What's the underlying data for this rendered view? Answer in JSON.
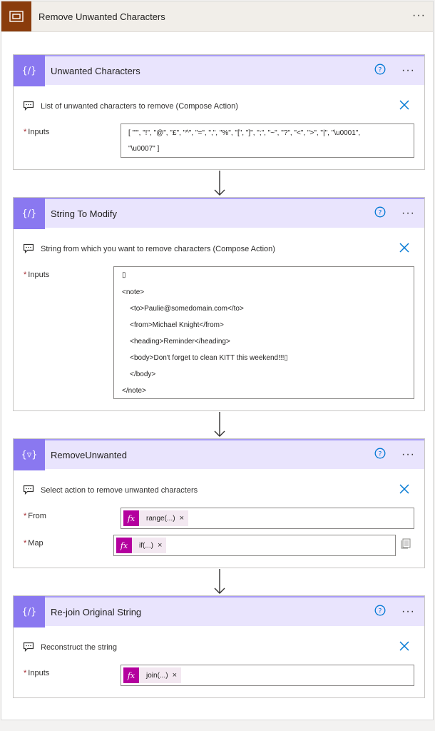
{
  "scope": {
    "title": "Remove Unwanted Characters"
  },
  "cards": [
    {
      "title": "Unwanted Characters",
      "note": "List of unwanted characters to remove (Compose Action)",
      "fields": [
        {
          "label": "Inputs",
          "lines": [
            "[ \"'\", \"!\", \"@\", \"£\", \"^\", \"=\", \",\", \"%\", \"[\", \"]\", \";\", \"~\", \"?\", \"<\", \">\", \"|\", \"\\u0001\",",
            "\"\\u0007\" ]"
          ]
        }
      ]
    },
    {
      "title": "String To Modify",
      "note": "String from which you want to remove characters (Compose Action)",
      "fields": [
        {
          "label": "Inputs",
          "lines": [
            "▯",
            "<note>",
            "    <to>Paulie@somedomain.com</to>",
            "    <from>Michael Knight</from>",
            "    <heading>Reminder</heading>",
            "    <body>Don't forget to clean KITT this weekend!!!▯",
            "    </body>",
            "</note>"
          ]
        }
      ]
    },
    {
      "title": "RemoveUnwanted",
      "note": "Select action to remove unwanted characters",
      "fields": [
        {
          "label": "From",
          "token": "range(...)"
        },
        {
          "label": "Map",
          "token": "if(...)"
        }
      ]
    },
    {
      "title": "Re-join Original String",
      "note": "Reconstruct the string",
      "fields": [
        {
          "label": "Inputs",
          "token": "join(...)"
        }
      ]
    }
  ],
  "ui": {
    "more": "···",
    "remove": "×",
    "required": "*"
  },
  "colors": {
    "scope_icon": "#8a3c0c",
    "card_icon": "#8a78f0",
    "card_header": "#e9e4fd",
    "fx_token": "#b4009e",
    "accent_blue": "#0078d4"
  }
}
